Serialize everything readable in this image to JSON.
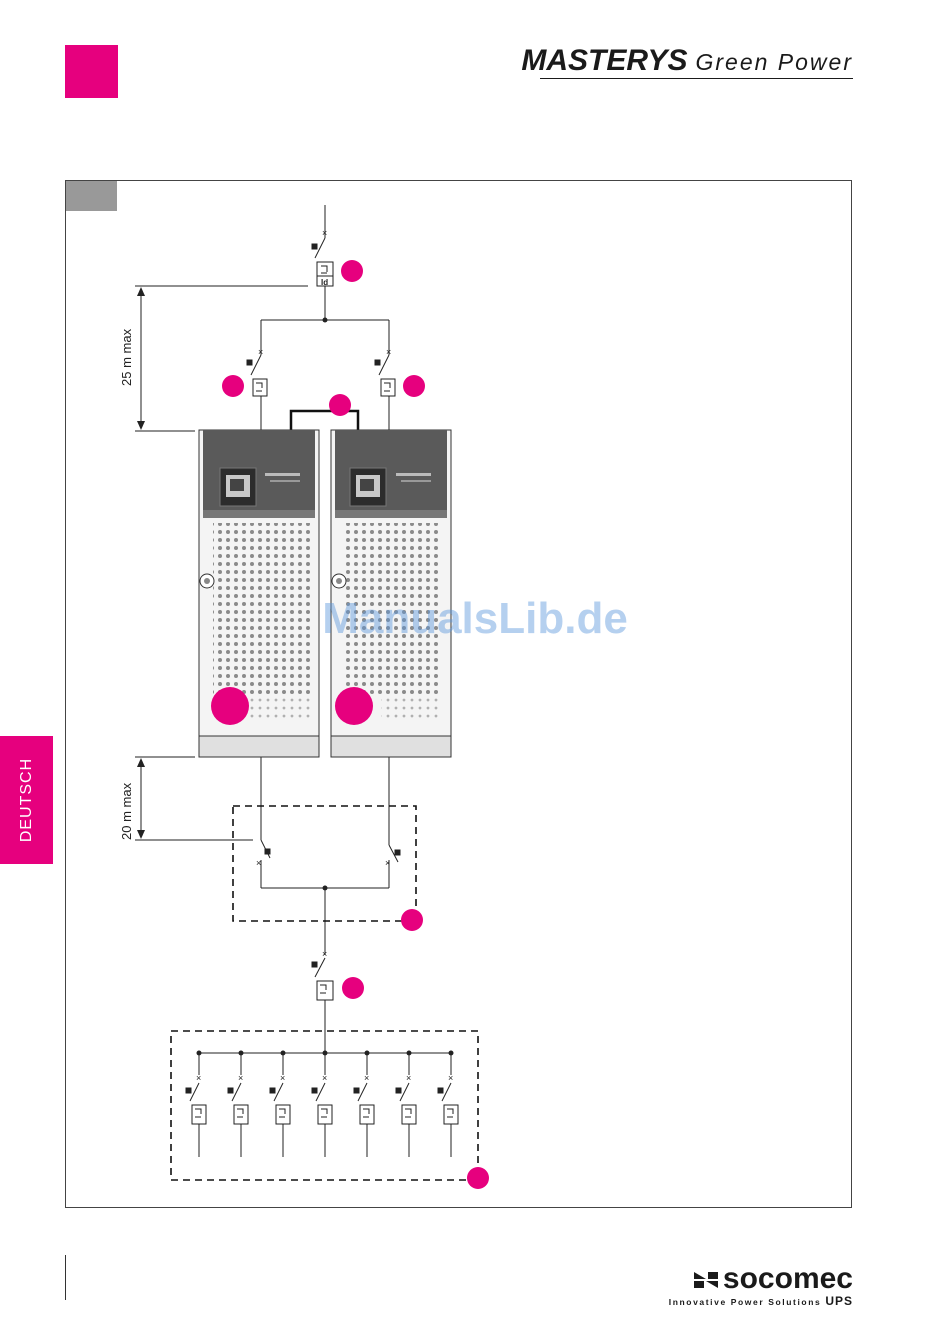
{
  "header": {
    "brand_primary": "MASTERYS",
    "brand_secondary": "Green Power"
  },
  "side_tab": {
    "label": "DEUTSCH"
  },
  "diagram": {
    "dimensions": {
      "upper": "25 m max",
      "lower": "20 m max"
    },
    "breaker_label": "Id",
    "callout_color": "#e6007e",
    "ups_units": 2,
    "output_feeders": 7
  },
  "footer": {
    "logo_name": "socomec",
    "logo_tagline": "Innovative Power Solutions",
    "logo_suffix": "UPS"
  },
  "watermark": "ManualsLib.de",
  "colors": {
    "accent": "#e6007e",
    "frame_tab": "#999999",
    "text": "#1a1a1a"
  }
}
